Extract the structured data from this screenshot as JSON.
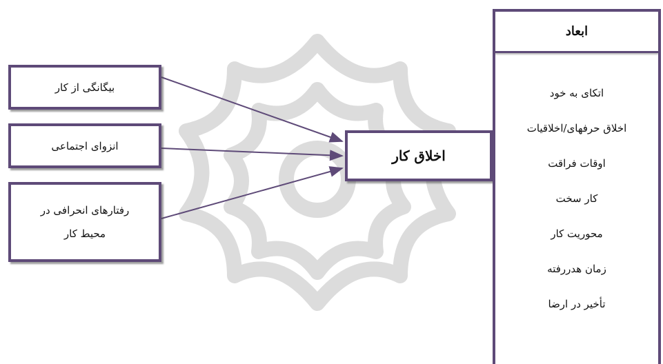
{
  "inputs": [
    {
      "lines": [
        "بیگانگی از کار"
      ]
    },
    {
      "lines": [
        "انزوای اجتماعی"
      ]
    },
    {
      "lines": [
        "رفتارهای انحرافی در",
        "محیط کار"
      ]
    }
  ],
  "center": {
    "label": "اخلاق کار"
  },
  "dimensions": {
    "title": "ابعاد",
    "items": [
      "اتکای به خود",
      "اخلاق حرفهای/اخلاقیات",
      "اوقات فراقت",
      "کار سخت",
      "محوریت کار",
      "زمان هدررفته",
      "تأخیر در ارضا"
    ]
  },
  "colors": {
    "border": "#5e4a78",
    "watermark": "#dcdcdc"
  }
}
